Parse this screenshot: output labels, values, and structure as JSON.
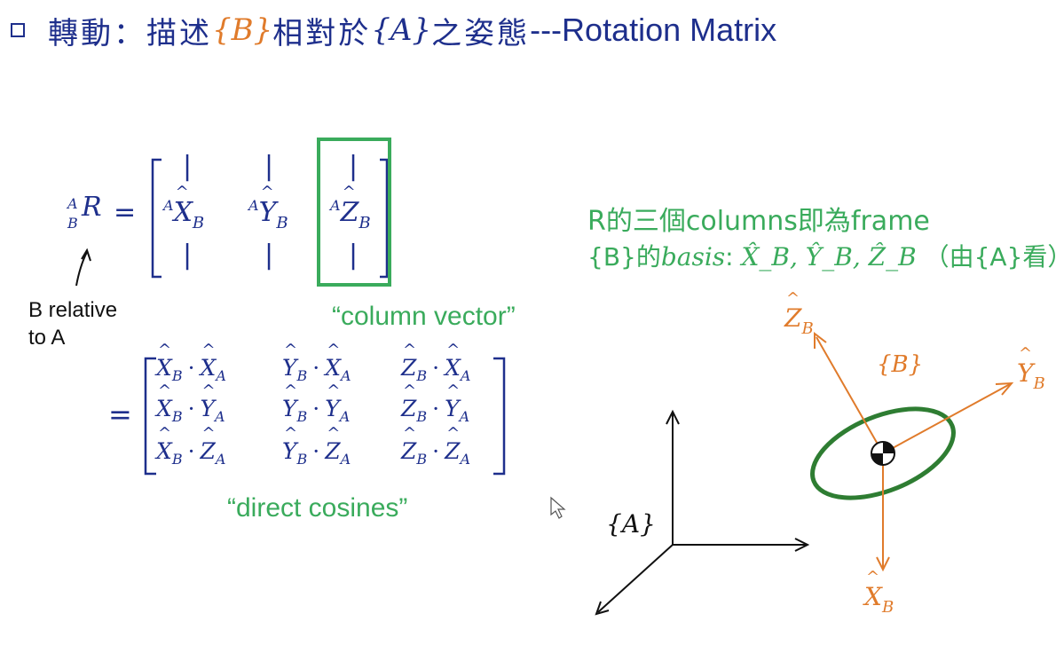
{
  "title": {
    "prefix": "轉動：描述",
    "frame_b": "{B}",
    "middle": "相對於",
    "frame_a": "{A}",
    "suffix_zh": "之姿態",
    "suffix_en": "---Rotation Matrix"
  },
  "eq1": {
    "lhs_sup": "A",
    "lhs_sub": "B",
    "lhs_main": "R",
    "equals": "=",
    "col_sup": "A",
    "col1": "X",
    "col2": "Y",
    "col3": "Z",
    "col_sub": "B",
    "bar": "|"
  },
  "annotation": {
    "relative_line1": "B relative",
    "relative_line2": "to A",
    "column_vector": "“column vector”",
    "direct_cosines": "“direct cosines”"
  },
  "matrix": {
    "equals": "=",
    "rows": [
      [
        {
          "a": "X",
          "as": "B",
          "b": "X",
          "bs": "A"
        },
        {
          "a": "Y",
          "as": "B",
          "b": "X",
          "bs": "A"
        },
        {
          "a": "Z",
          "as": "B",
          "b": "X",
          "bs": "A"
        }
      ],
      [
        {
          "a": "X",
          "as": "B",
          "b": "Y",
          "bs": "A"
        },
        {
          "a": "Y",
          "as": "B",
          "b": "Y",
          "bs": "A"
        },
        {
          "a": "Z",
          "as": "B",
          "b": "Y",
          "bs": "A"
        }
      ],
      [
        {
          "a": "X",
          "as": "B",
          "b": "Z",
          "bs": "A"
        },
        {
          "a": "Y",
          "as": "B",
          "b": "Z",
          "bs": "A"
        },
        {
          "a": "Z",
          "as": "B",
          "b": "Z",
          "bs": "A"
        }
      ]
    ],
    "dot": "·"
  },
  "note": {
    "line1": "R的三個columns即為frame",
    "line2_pre": "{B}的",
    "line2_basis": "basis",
    "line2_colon": ":",
    "line2_vec": "X̂_B, Ŷ_B, Ẑ_B",
    "line2_post": "（由{A}看）"
  },
  "diagram": {
    "frame_a_label": "{A}",
    "frame_b_label": "{B}",
    "zb_label": "Z",
    "yb_label": "Y",
    "xb_label": "X",
    "sub_b": "B"
  },
  "colors": {
    "navy": "#1e2f8c",
    "green": "#3aab5c",
    "orange": "#e07b2b",
    "dark_green": "#2e7d32"
  }
}
